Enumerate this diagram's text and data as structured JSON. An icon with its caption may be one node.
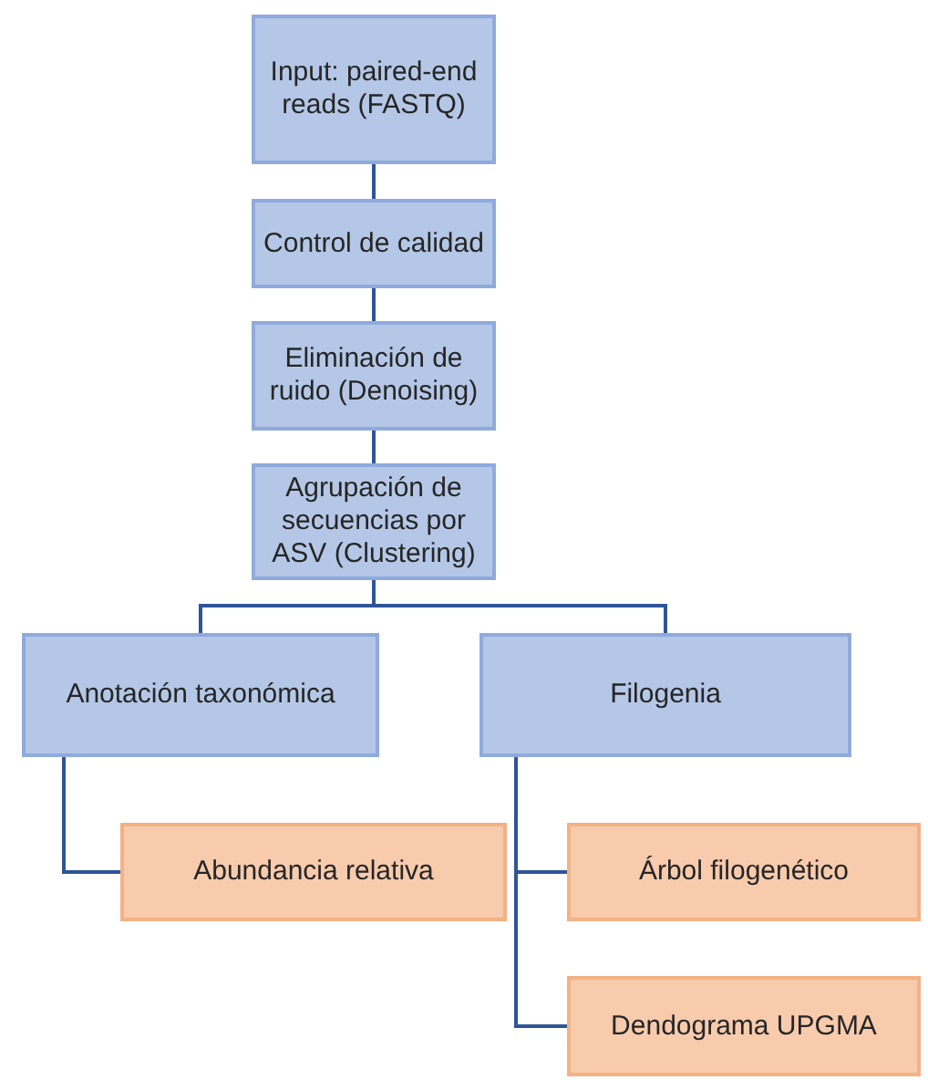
{
  "diagram": {
    "nodes": [
      {
        "text": [
          "Input: paired-end reads (FASTQ)"
        ]
      },
      {
        "text": [
          "Control de calidad"
        ]
      },
      {
        "text": [
          "Eliminación de ruido (Denoising)"
        ]
      },
      {
        "text": [
          "Agrupación de secuencias por ASV (Clustering)"
        ]
      },
      {
        "text": [
          "Anotación taxonómica"
        ]
      },
      {
        "text": [
          "Filogenia"
        ]
      },
      {
        "text": [
          "Abundancia relativa"
        ]
      },
      {
        "text": [
          "Árbol filogenético"
        ]
      },
      {
        "text": [
          "Dendograma UPGMA"
        ]
      }
    ],
    "edges": [
      {
        "from": 0,
        "to": 1,
        "arrow": "none"
      },
      {
        "from": 1,
        "to": 2,
        "arrow": "none"
      },
      {
        "from": 2,
        "to": 3,
        "arrow": "none"
      },
      {
        "from": 3,
        "to": 4,
        "arrow": "none"
      },
      {
        "from": 3,
        "to": 5,
        "arrow": "none"
      },
      {
        "from": 4,
        "to": 6,
        "arrow": "none"
      },
      {
        "from": 5,
        "to": 7,
        "arrow": "none"
      },
      {
        "from": 5,
        "to": 8,
        "arrow": "none"
      }
    ]
  }
}
